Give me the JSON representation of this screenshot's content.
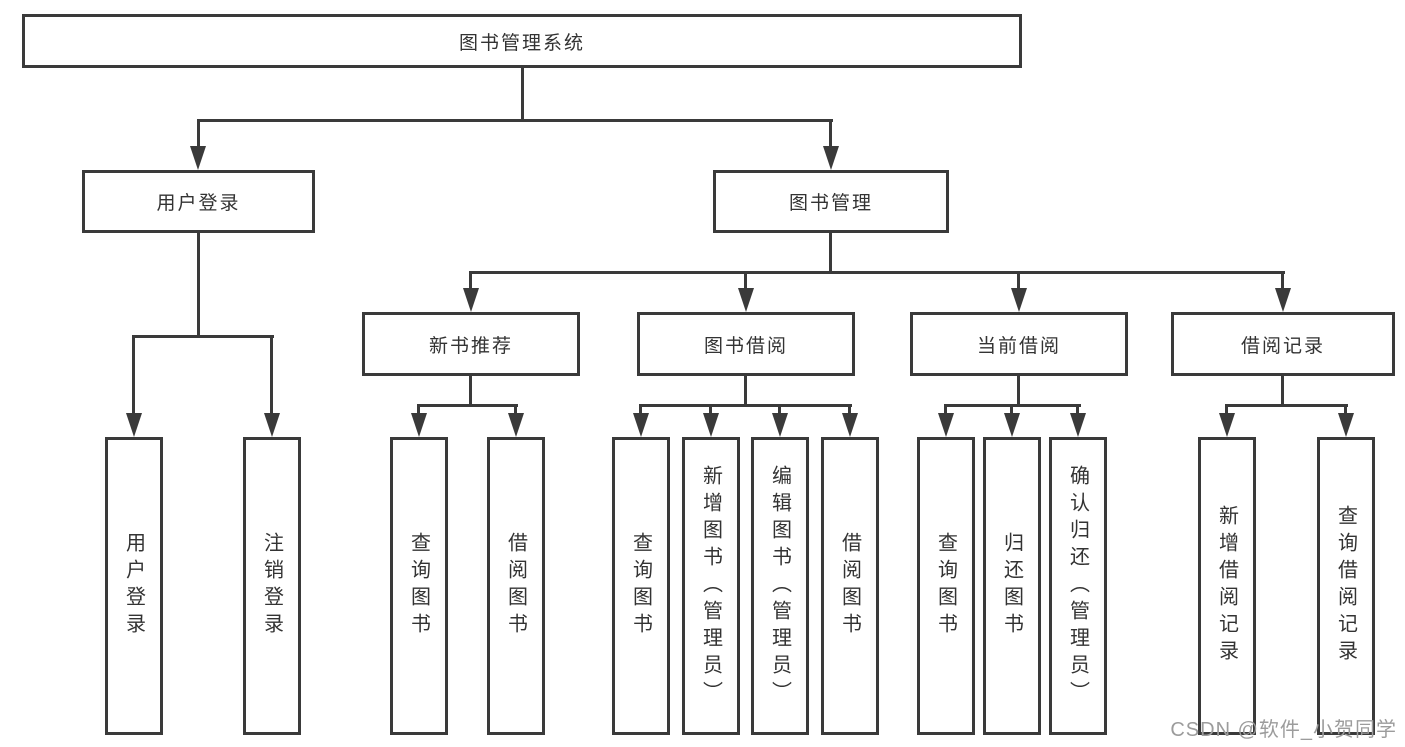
{
  "tree": {
    "root": "图书管理系统",
    "l2": [
      {
        "label": "用户登录",
        "children": [
          "用户登录",
          "注销登录"
        ]
      },
      {
        "label": "图书管理",
        "children": [
          {
            "label": "新书推荐",
            "children": [
              "查询图书",
              "借阅图书"
            ]
          },
          {
            "label": "图书借阅",
            "children": [
              "查询图书",
              "新增图书（管理员）",
              "编辑图书（管理员）",
              "借阅图书"
            ]
          },
          {
            "label": "当前借阅",
            "children": [
              "查询图书",
              "归还图书",
              "确认归还（管理员）"
            ]
          },
          {
            "label": "借阅记录",
            "children": [
              "新增借阅记录",
              "查询借阅记录"
            ]
          }
        ]
      }
    ]
  },
  "watermark": "CSDN @软件_小贺同学",
  "colors": {
    "line": "#3a3a3a",
    "text": "#333333",
    "watermark": "#9c9c9c",
    "background": "#ffffff"
  }
}
